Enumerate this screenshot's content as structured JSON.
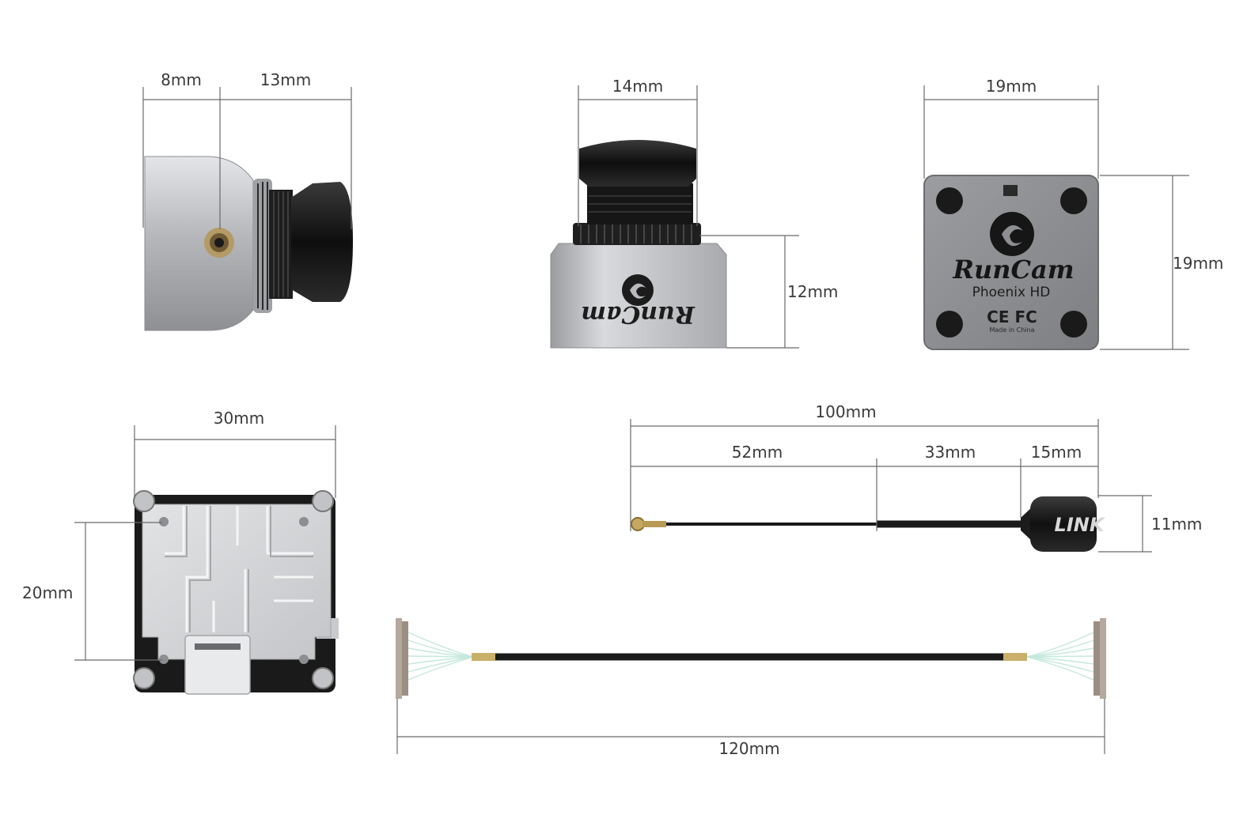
{
  "dimensions": {
    "side_front": "8mm",
    "side_lens": "13mm",
    "top_width": "14mm",
    "top_height": "12mm",
    "back_width": "19mm",
    "back_height": "19mm",
    "vtx_width": "30mm",
    "vtx_height": "20mm",
    "antenna_total": "100mm",
    "antenna_seg1": "52mm",
    "antenna_seg2": "33mm",
    "antenna_seg3": "15mm",
    "antenna_diameter": "11mm",
    "cable_length": "120mm"
  },
  "markings": {
    "brand": "RunCam",
    "model": "Phoenix HD",
    "cert": "CE FC",
    "origin": "Made in China",
    "antenna_brand": "LINK"
  },
  "colors": {
    "background": "#ffffff",
    "dimension_line": "#6a6a6a",
    "label_text": "#3a3a3a",
    "housing_silver": "#b9bbbf",
    "lens_black": "#151515",
    "plate_grey": "#8d8e91"
  }
}
